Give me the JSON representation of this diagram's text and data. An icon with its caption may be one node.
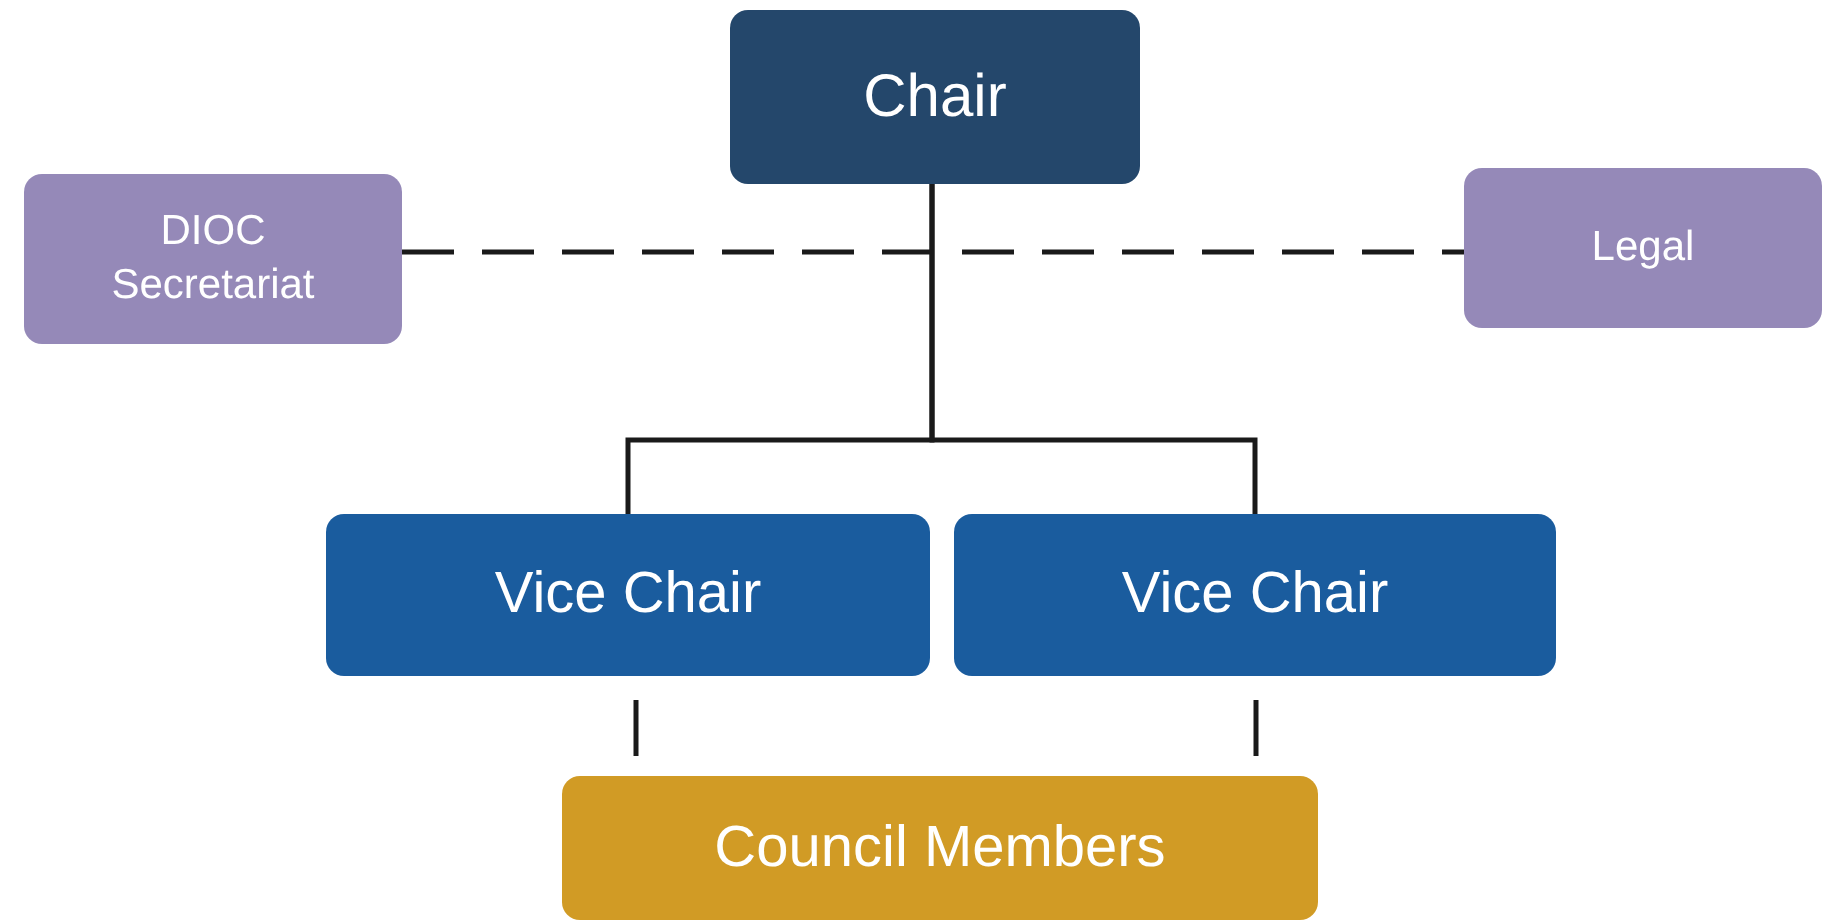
{
  "diagram": {
    "nodes": [
      {
        "text": [
          "Chair"
        ]
      },
      {
        "text": [
          "DIOC Secretariat"
        ]
      },
      {
        "text": [
          "Legal"
        ]
      },
      {
        "text": [
          "Vice Chair"
        ]
      },
      {
        "text": [
          "Vice Chair"
        ]
      },
      {
        "text": [
          "Council Members"
        ]
      }
    ],
    "edges": [
      {
        "from": 1,
        "to": 2,
        "arrow": "none",
        "style": "dashed"
      },
      {
        "from": 0,
        "to": 3,
        "arrow": "none"
      },
      {
        "from": 0,
        "to": 4,
        "arrow": "none"
      },
      {
        "from": 3,
        "to": 5,
        "arrow": "none",
        "style": "dashed"
      },
      {
        "from": 4,
        "to": 5,
        "arrow": "none",
        "style": "dashed"
      }
    ]
  }
}
